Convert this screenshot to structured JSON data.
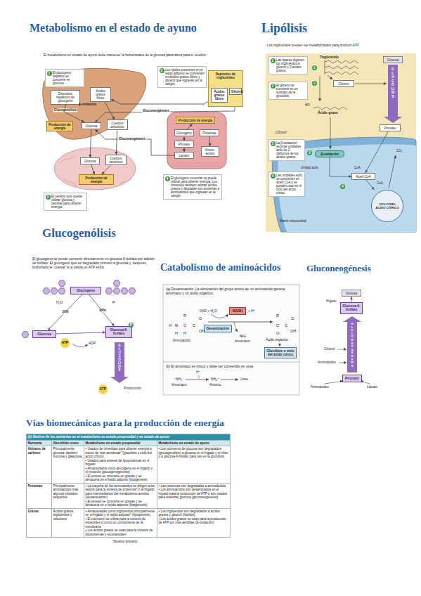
{
  "diagram": {
    "nodes": [
      {
        "text": [
          "1",
          "El glucógeno hepático se convierte en glucosa."
        ]
      },
      {
        "text": [
          "2",
          "Los lípidos presentes en el tejido adiposo se convierten en ácidos grasos libres y glicerol que ingresan en la sangre."
        ]
      },
      {
        "text": [
          "Depósitos hepáticos de glucógeno"
        ]
      },
      {
        "text": [
          "Ácidos grasos libres"
        ]
      },
      {
        "text": [
          "Producción de energía"
        ]
      },
      {
        "text": [
          "Glucosa"
        ]
      },
      {
        "text": [
          "Cuerpos cetónicos"
        ]
      },
      {
        "text": [
          "Depósitos de triglicéridos"
        ]
      },
      {
        "text": [
          "Ácidos grasos libres"
        ],
        "in": 7
      },
      {
        "text": [
          "Glicerol"
        ],
        "in": 7
      },
      {
        "text": [
          "Producción de energía"
        ]
      },
      {
        "text": [
          "Glucógeno"
        ]
      },
      {
        "text": [
          "Proteínas"
        ]
      },
      {
        "text": [
          "Piruvato"
        ]
      },
      {
        "text": [
          "Lactato"
        ]
      },
      {
        "text": [
          "Amino-ácidos"
        ]
      },
      {
        "text": [
          "Glucosa"
        ]
      },
      {
        "text": [
          "Cuerpos cetónicos"
        ]
      },
      {
        "text": [
          "Producción de energía"
        ]
      },
      {
        "text": [
          "3",
          "El cerebro solo puede utilizar glucosa y cetonas para obtener energía."
        ]
      },
      {
        "text": [
          "4",
          "El glucógeno muscular se puede utilizar para obtener energía. Los músculos también utilizan ácidos grasos y degradan sus proteínas a aminoácidos que ingresan en la sangre."
        ]
      },
      {
        "text": [
          "1",
          "Las lipasas digieren los triglicéridos a glicerol y 3 ácidos grasos."
        ]
      },
      {
        "text": [
          "2",
          "El glicerol se convierte en un sustrato de la glucólisis."
        ]
      },
      {
        "text": [
          "3",
          "La β-oxidación escinde unidades acilo de 2 carbonos de los ácidos grasos."
        ]
      },
      {
        "text": [
          "4",
          "Las unidades acilo se convierten en acetil CoA y se pueden usar en el ciclo del ácido cítrico."
        ]
      },
      {
        "text": [
          "Glucosa"
        ]
      },
      {
        "text": [
          "Glicerol"
        ]
      },
      {
        "text": [
          "Piruvato"
        ]
      },
      {
        "text": [
          "β-oxidación"
        ]
      },
      {
        "text": [
          "Acetil CoA"
        ]
      },
      {
        "text": [
          "CICLO DEL ÁCIDO CÍTRICO"
        ]
      },
      {
        "text": [
          "Glucógeno"
        ]
      },
      {
        "text": [
          "Glucosa"
        ]
      },
      {
        "text": [
          "Glucosa 6-fosfato"
        ]
      },
      {
        "text": [
          "Desaminación"
        ]
      },
      {
        "text": [
          "NADH"
        ]
      },
      {
        "text": [
          "Glucólisis o ciclo del ácido cítrico"
        ]
      },
      {
        "text": [
          "Glucosa"
        ]
      },
      {
        "text": [
          "Glucosa 6-fosfato"
        ]
      },
      {
        "text": [
          "Piruvato"
        ]
      }
    ],
    "edges": [
      {
        "from": 2,
        "to": 5,
        "arrow": "to",
        "label": "Glucogenólisis"
      },
      {
        "from": 3,
        "to": 6,
        "arrow": "to"
      },
      {
        "from": 5,
        "to": 16,
        "arrow": "to"
      },
      {
        "from": 6,
        "to": 17,
        "arrow": "to"
      },
      {
        "from": 16,
        "to": 18,
        "arrow": "to"
      },
      {
        "from": 17,
        "to": 18,
        "arrow": "to"
      },
      {
        "from": 8,
        "to": 3,
        "arrow": "to"
      },
      {
        "from": 9,
        "to": 5,
        "arrow": "to",
        "label": "Gluconeogénesis"
      },
      {
        "from": 14,
        "to": 5,
        "arrow": "to",
        "label": "Gluconeogénesis"
      },
      {
        "from": 11,
        "to": 10,
        "arrow": "to"
      },
      {
        "from": 11,
        "to": 13,
        "arrow": "to"
      },
      {
        "from": 13,
        "to": 14,
        "arrow": "to"
      },
      {
        "from": 12,
        "to": 15,
        "arrow": "to"
      },
      {
        "from": 27,
        "to": 29,
        "arrow": "to"
      },
      {
        "from": 28,
        "to": 29,
        "arrow": "to"
      },
      {
        "from": 29,
        "to": 30,
        "arrow": "to"
      },
      {
        "from": 31,
        "to": 32,
        "arrow": "to",
        "label": "10%"
      },
      {
        "from": 31,
        "to": 33,
        "arrow": "to",
        "label": "90%"
      },
      {
        "from": 32,
        "to": 33,
        "arrow": "to"
      },
      {
        "from": 38,
        "to": 37,
        "arrow": "to"
      }
    ],
    "labels": [
      "Metabolismo en el estado de ayuno",
      "Lipólisis",
      "Glucogenólisis",
      "Catabolismo de aminoácidos",
      "Gluconeogénesis",
      "Vías biomecánicas para la producción de energía",
      "El metabolismo en estado de ayuno debe mantener la homeostasis de la glucosa plasmática para el cerebro.",
      "β-oxidación",
      "Los triglicéridos pueden ser metabolizados para producir ATP.",
      "Triglicérido",
      "1",
      "2",
      "HO",
      "Ácido graso",
      "Citosol",
      "3",
      "Unidad acilo",
      "4",
      "CoA",
      "CoA",
      "CO₂",
      "Matriz mitocondrial",
      "GLUCÓLISIS",
      "El glucógeno se puede convertir directamente en glucosa-6-fosfato por adición de fosfato. El glucógeno que es degradado primero a glucosa y, después, fosforilado le “cuesta” a la célula un ATP extra.",
      "H₂O",
      "Pᵢ",
      "ATP",
      "ADP",
      "P",
      "GLUCÓLISIS",
      "ATP",
      "Producción",
      "(a) Desaminación. La eliminación del grupo amino de un aminoácido genera amoníaco y un ácido orgánico.",
      "NAD + H₂O",
      "+ H⁺",
      "NH₃",
      "Amoníaco",
      "R",
      "H",
      "N",
      "C",
      "C",
      "O",
      "H",
      "H",
      "OH",
      "Aminoácido",
      "R",
      "C",
      "C",
      "O",
      "O",
      "OH",
      "Ácido orgánico",
      "(b) El amoníaco es tóxico y debe ser convertido en urea.",
      "H⁺",
      "NH₃",
      "Amoníaco",
      "NH₄⁺",
      "Amonio",
      "Urea",
      "Hígado",
      "GLUCONEOGÉNESIS",
      "Glicerol",
      "Aminoácidos",
      "Aminoácidos",
      "Lactato",
      "(b) Destino de los nutrientes en el metabolismo en estado posprandial y en estado de ayuno",
      "Nutriente",
      "Absorbido como",
      "Metabolismo en estado posprandial",
      "Metabolismo en estado de ayuno",
      "Hidratos de carbono",
      "Principalmente glucosa; también fructosa y galactosa",
      "• Usados de inmediato para obtener energía a través de vías aeróbicas* (glucólisis y ciclo del ácido cítrico)",
      "• Usados para síntesis de lipoproteínas en el hígado",
      "• Almacenados como glucógeno en el hígado y el músculo (glucogenogénesis)",
      "• El exceso se convierte en grasas y se almacena en el tejido adiposo (lipogénesis)",
      "• Los polímeros de glucosa son degradados (glucogenólisis) a glucosa en el hígado y el riñón o a glucosa-6-fosfato para uso en la glucólisis",
      "Proteínas",
      "Principalmente aminoácidos más algunos péptidos pequeños",
      "• La mayoría de los aminoácidos se dirigen a los tejidos para la síntesis de proteínas* o al hígado para intermediarios del metabolismo aerobio (desaminación)",
      "• El exceso se convierte en grasas y se almacena en el tejido adiposo (lipogénesis)",
      "• Las proteínas son degradadas a aminoácidos",
      "• Los aminoácidos son desaminados en el hígado para la producción de ATP o son usados para sintetizar glucosa (gluconeogénesis)",
      "Grasas",
      "Ácidos grasos, triglicéridos y colesterol",
      "• Almacenadas como triglicéridos principalmente en el hígado y el tejido adiposo* (lipogénesis)",
      "• El colesterol se utiliza para la síntesis de esteroides o como un componente de la membrana",
      "• Los ácidos grasos se usan para la síntesis de lipoproteínas y eicosanoides",
      "• Los triglicéridos son degradados a ácidos grasos y glicerol (lipólisis)",
      "• Los ácidos grasos se usan para la producción de ATP por vías aerobias (β-oxidación)",
      "*Destino primario"
    ]
  }
}
